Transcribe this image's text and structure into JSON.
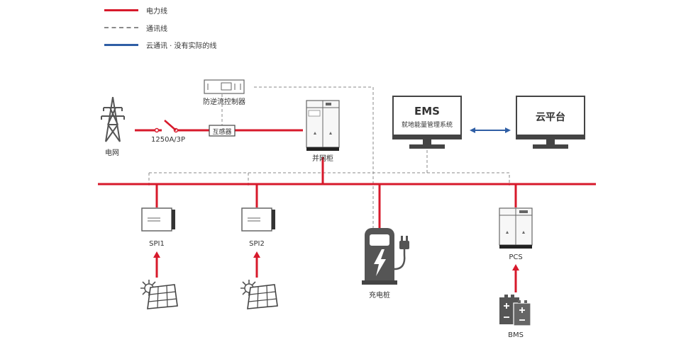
{
  "legend": {
    "power_line": "电力线",
    "comm_line": "通讯线",
    "cloud_comm_line": "云通讯 · 没有实际的线"
  },
  "nodes": {
    "grid": "电网",
    "breaker": "1250A/3P",
    "anti_backflow": "防逆流控制器",
    "transformer": "互感器",
    "grid_cabinet": "并网柜",
    "ems_title": "EMS",
    "ems_subtitle": "就地能量管理系统",
    "cloud": "云平台",
    "spi1": "SPI1",
    "spi2": "SPI2",
    "charger": "充电桩",
    "pcs": "PCS",
    "bms": "BMS"
  },
  "colors": {
    "power": "#d7192b",
    "comm": "#8a8a8a",
    "cloud": "#2f5ea5",
    "device": "#555555"
  }
}
